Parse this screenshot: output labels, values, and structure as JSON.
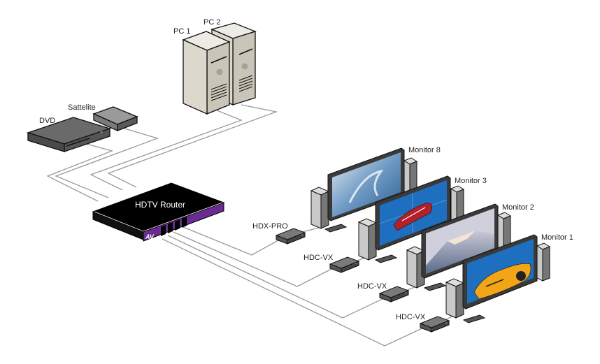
{
  "diagram": {
    "title": "HDTV Router distribution",
    "sources": [
      {
        "id": "pc1",
        "label": "PC 1",
        "type": "pc-tower"
      },
      {
        "id": "pc2",
        "label": "PC 2",
        "type": "pc-tower"
      },
      {
        "id": "dvd",
        "label": "DVD",
        "type": "dvd-player"
      },
      {
        "id": "sat",
        "label": "Sattelite",
        "type": "satellite-box"
      }
    ],
    "router": {
      "label": "HDTV Router",
      "brand_mark": "AV",
      "ports": 4,
      "colors": {
        "top": "#000000",
        "front": "#6a2c91"
      }
    },
    "receivers": [
      {
        "id": "rx1",
        "label": "HDX-PRO",
        "connects_to": "Monitor 8"
      },
      {
        "id": "rx2",
        "label": "HDC-VX",
        "connects_to": "Monitor 3"
      },
      {
        "id": "rx3",
        "label": "HDC-VX",
        "connects_to": "Monitor 2"
      },
      {
        "id": "rx4",
        "label": "HDC-VX",
        "connects_to": "Monitor 1"
      }
    ],
    "monitors": [
      {
        "id": "m8",
        "label": "Monitor 8",
        "image": "ocean wave"
      },
      {
        "id": "m3",
        "label": "Monitor 3",
        "image": "red classic car"
      },
      {
        "id": "m2",
        "label": "Monitor 2",
        "image": "snowy mountain"
      },
      {
        "id": "m1",
        "label": "Monitor 1",
        "image": "yellow sports car"
      }
    ],
    "colors": {
      "cable": "#9a9a9a",
      "screen_blue": "#1e6fc0",
      "pc_beige": "#d8d4c8"
    }
  }
}
